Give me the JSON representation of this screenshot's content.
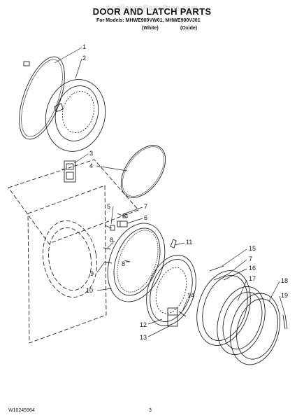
{
  "header": {
    "watermark": "AppliancePartsPros.com",
    "title": "DOOR AND LATCH PARTS",
    "models": "For Models: MHWE900VW01, MHWE900VJ01",
    "variant_white": "(White)",
    "variant_oxide": "(Oxide)"
  },
  "callouts": [
    "1",
    "2",
    "3",
    "4",
    "5",
    "7",
    "6",
    "8",
    "11",
    "15",
    "7",
    "8",
    "9",
    "10",
    "16",
    "17",
    "18",
    "19",
    "14",
    "12",
    "13"
  ],
  "footer": {
    "doc_number": "W10245964",
    "page_number": "3"
  }
}
